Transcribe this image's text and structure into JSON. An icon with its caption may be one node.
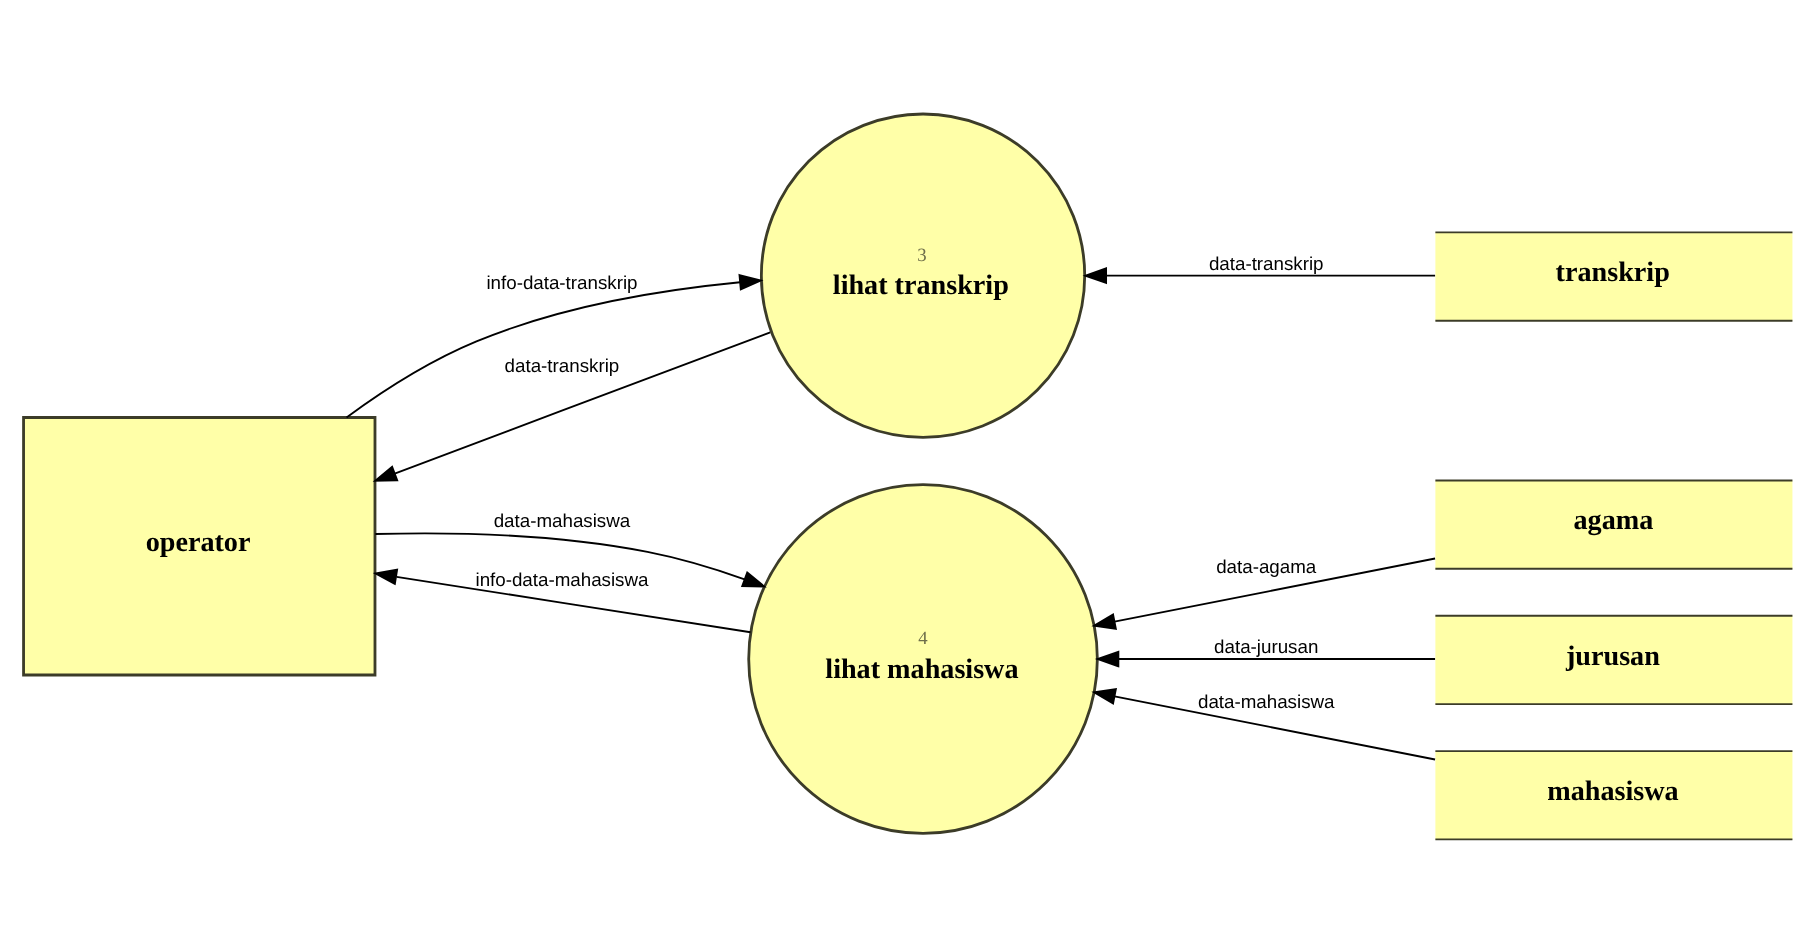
{
  "diagram": {
    "nodes": [
      {
        "text": [
          "3",
          "lihat transkrip"
        ]
      },
      {
        "text": [
          "transkrip"
        ]
      },
      {
        "text": [
          "operator"
        ]
      },
      {
        "text": [
          "agama"
        ]
      },
      {
        "text": [
          "4",
          "lihat mahasiswa"
        ]
      },
      {
        "text": [
          "jurusan"
        ]
      },
      {
        "text": [
          "mahasiswa"
        ]
      }
    ],
    "edges": [
      {
        "from": 2,
        "to": 0,
        "arrow": "to",
        "label": "info-data-transkrip"
      },
      {
        "from": 0,
        "to": 2,
        "arrow": "to",
        "label": "data-transkrip"
      },
      {
        "from": 1,
        "to": 0,
        "arrow": "to",
        "label": "data-transkrip"
      },
      {
        "from": 2,
        "to": 4,
        "arrow": "to",
        "label": "data-mahasiswa"
      },
      {
        "from": 4,
        "to": 2,
        "arrow": "to",
        "label": "info-data-mahasiswa"
      },
      {
        "from": 3,
        "to": 4,
        "arrow": "to",
        "label": "data-agama"
      },
      {
        "from": 5,
        "to": 4,
        "arrow": "to",
        "label": "data-jurusan"
      },
      {
        "from": 6,
        "to": 4,
        "arrow": "to",
        "label": "data-mahasiswa"
      }
    ]
  }
}
